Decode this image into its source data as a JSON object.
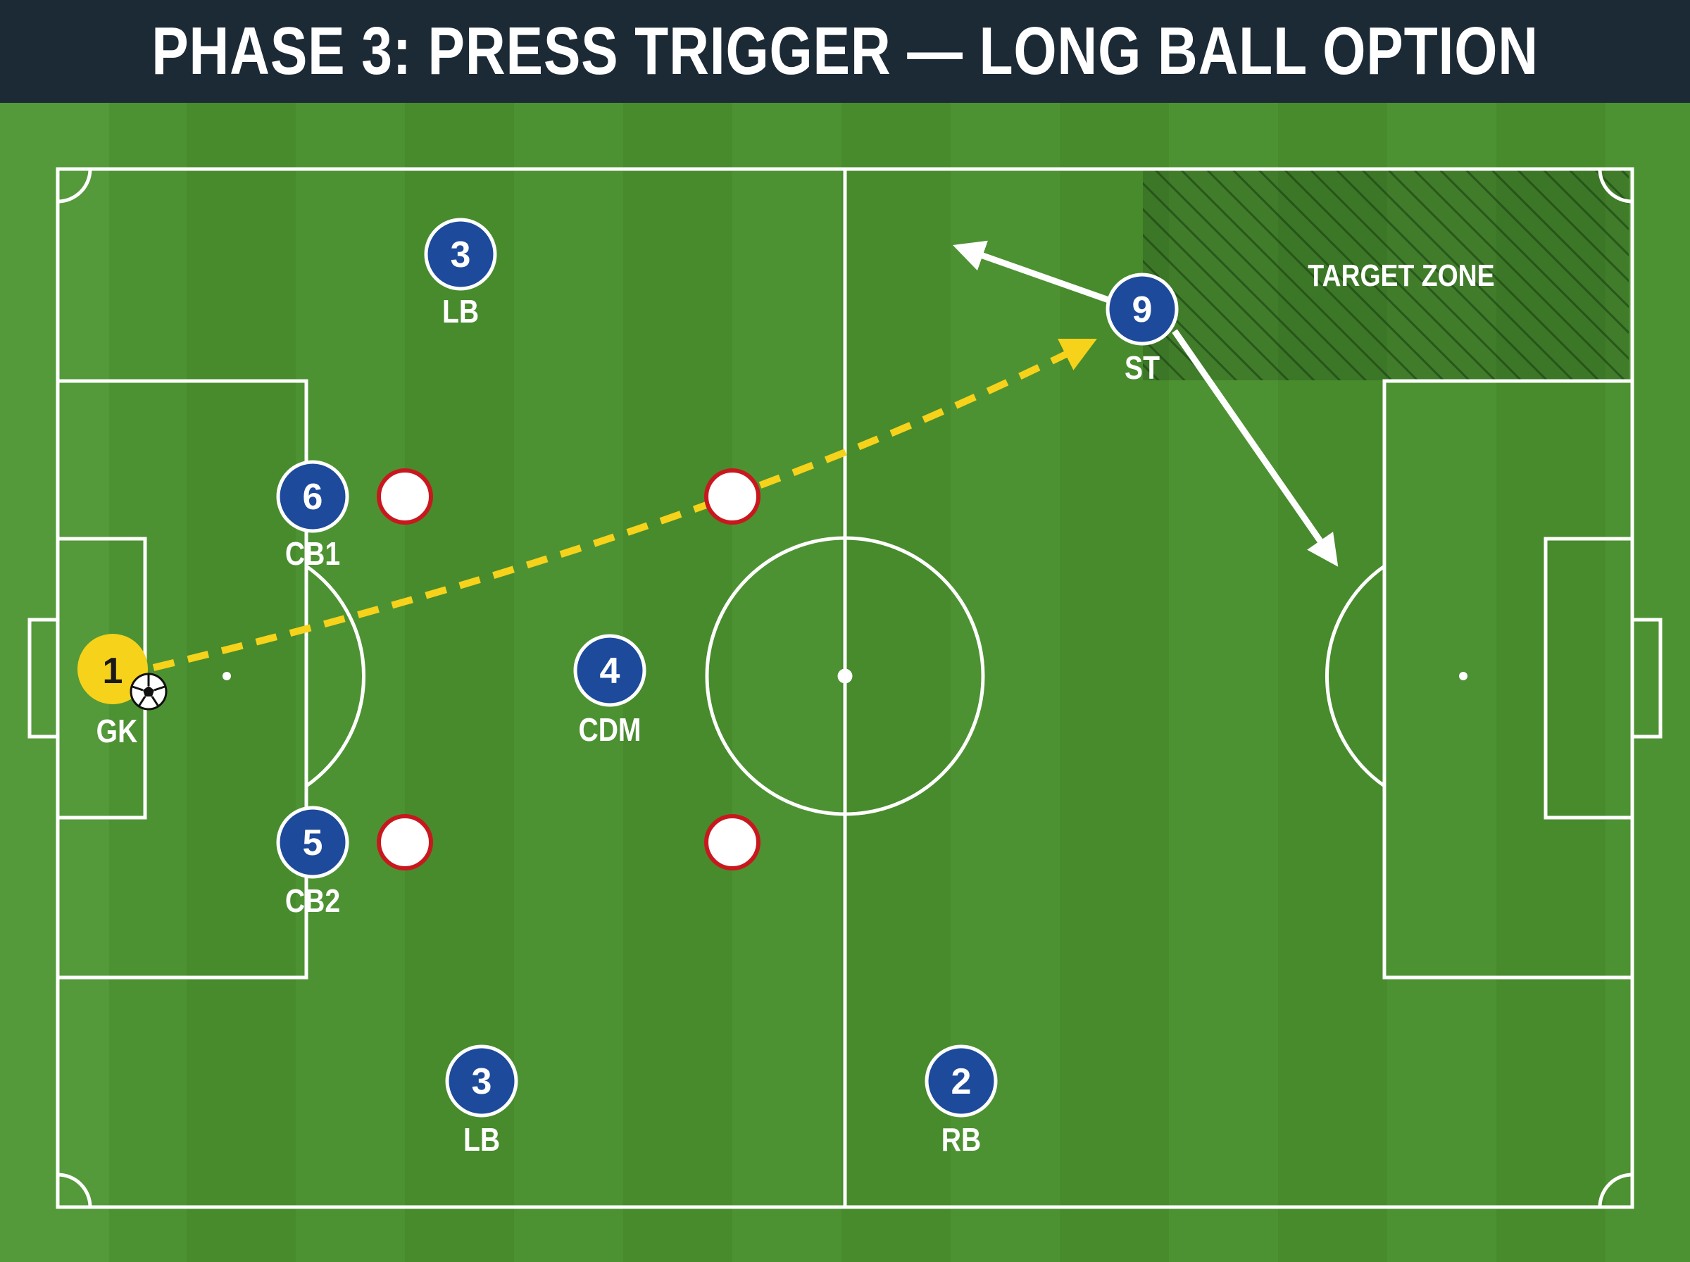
{
  "title": "PHASE 3: PRESS TRIGGER — LONG BALL OPTION",
  "zone_label": "TARGET ZONE",
  "colors": {
    "team": "#1d4a9b",
    "goalkeeper": "#f6d21b",
    "opponent_ring": "#c8181e",
    "pass_line": "#f6d21b",
    "movement_arrow": "#ffffff",
    "pitch_dark": "#468a2b",
    "pitch_light": "#52993a",
    "header_bg": "#1c2a36"
  },
  "players": [
    {
      "id": "gk",
      "number": "1",
      "role": "GK",
      "goalkeeper": true,
      "has_ball": true
    },
    {
      "id": "lb-top",
      "number": "3",
      "role": "LB"
    },
    {
      "id": "cb1",
      "number": "6",
      "role": "CB1"
    },
    {
      "id": "cb2",
      "number": "5",
      "role": "CB2"
    },
    {
      "id": "cdm",
      "number": "4",
      "role": "CDM"
    },
    {
      "id": "lb-bottom",
      "number": "3",
      "role": "LB"
    },
    {
      "id": "rb",
      "number": "2",
      "role": "RB"
    },
    {
      "id": "st",
      "number": "9",
      "role": "ST"
    }
  ],
  "opponents": [
    {
      "id": "opp-1"
    },
    {
      "id": "opp-2"
    },
    {
      "id": "opp-3"
    },
    {
      "id": "opp-4"
    }
  ],
  "pass_type": "long ball (dashed yellow) from GK to ST",
  "movements": [
    "ST check run toward halfway",
    "ST run into box"
  ]
}
